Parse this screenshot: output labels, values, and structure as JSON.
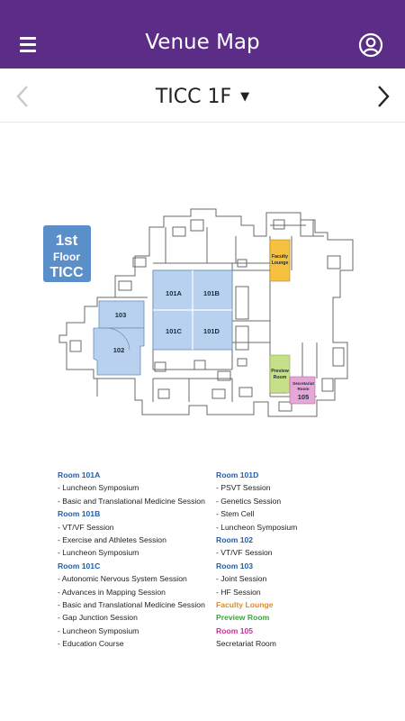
{
  "header": {
    "title": "Venue Map"
  },
  "floor_selector": {
    "label": "TICC 1F"
  },
  "map": {
    "badge": [
      "1st",
      "Floor",
      "TICC"
    ],
    "rooms": {
      "r101a": "101A",
      "r101b": "101B",
      "r101c": "101C",
      "r101d": "101D",
      "r102": "102",
      "r103": "103",
      "r105": "105",
      "faculty": [
        "Faculty",
        "Lounge"
      ],
      "preview": [
        "Preview",
        "Room"
      ],
      "secretariat": [
        "Secretariat",
        "Room"
      ]
    }
  },
  "legend": {
    "left": [
      {
        "text": "Room 101A",
        "type": "heading",
        "color": "#1f5fa8"
      },
      {
        "text": "- Luncheon Symposium",
        "type": "item"
      },
      {
        "text": "- Basic and Translational Medicine Session",
        "type": "item"
      },
      {
        "text": "Room 101B",
        "type": "heading",
        "color": "#1f5fa8"
      },
      {
        "text": "- VT/VF Session",
        "type": "item"
      },
      {
        "text": "- Exercise and Athletes Session",
        "type": "item"
      },
      {
        "text": "- Luncheon Symposium",
        "type": "item"
      },
      {
        "text": "Room 101C",
        "type": "heading",
        "color": "#1f5fa8"
      },
      {
        "text": "- Autonomic Nervous System Session",
        "type": "item"
      },
      {
        "text": "- Advances in Mapping Session",
        "type": "item"
      },
      {
        "text": "- Basic and Translational Medicine Session",
        "type": "item"
      },
      {
        "text": "- Gap Junction Session",
        "type": "item"
      },
      {
        "text": "- Luncheon Symposium",
        "type": "item"
      },
      {
        "text": "- Education Course",
        "type": "item"
      }
    ],
    "right": [
      {
        "text": "Room 101D",
        "type": "heading",
        "color": "#1f5fa8"
      },
      {
        "text": "- PSVT Session",
        "type": "item"
      },
      {
        "text": "- Genetics Session",
        "type": "item"
      },
      {
        "text": "- Stem Cell",
        "type": "item"
      },
      {
        "text": "- Luncheon Symposium",
        "type": "item"
      },
      {
        "text": "Room 102",
        "type": "heading",
        "color": "#1f5fa8"
      },
      {
        "text": "- VT/VF Session",
        "type": "item"
      },
      {
        "text": "Room 103",
        "type": "heading",
        "color": "#1f5fa8"
      },
      {
        "text": "- Joint Session",
        "type": "item"
      },
      {
        "text": "- HF Session",
        "type": "item"
      },
      {
        "text": "Faculty Lounge",
        "type": "heading",
        "color": "#e58a1f"
      },
      {
        "text": "Preview Room",
        "type": "heading",
        "color": "#3aa53a"
      },
      {
        "text": "Room 105",
        "type": "heading",
        "color": "#d6289a"
      },
      {
        "text": "Secretariat Room",
        "type": "item"
      }
    ]
  },
  "colors": {
    "appbar": "#5b2d87",
    "room_blue": "#b8d1ee",
    "badge_blue": "#5b8fc9",
    "faculty_lounge": "#f5c13e",
    "preview_room": "#c6e08a",
    "room_105": "#e7a6d6"
  },
  "icons": [
    "menu-icon",
    "profile-icon",
    "chevron-left-icon",
    "chevron-right-icon",
    "caret-down-icon"
  ]
}
